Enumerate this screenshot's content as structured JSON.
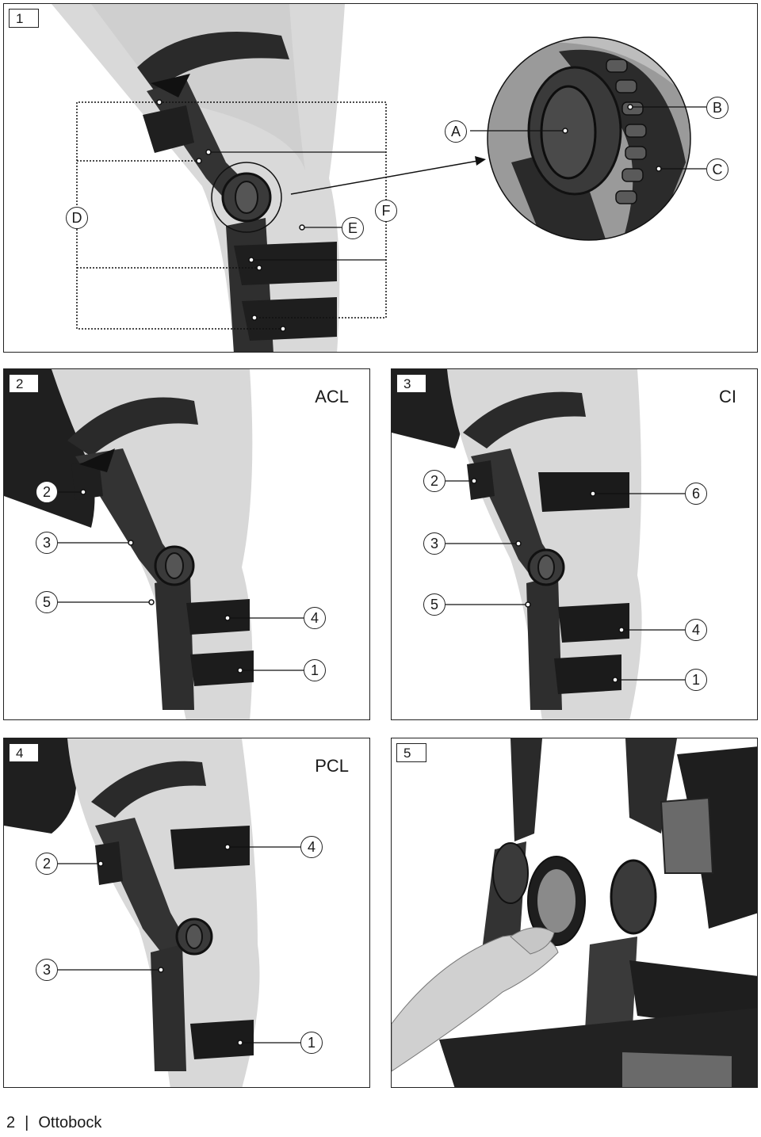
{
  "page": {
    "number": "2",
    "brand": "Ottobock"
  },
  "figures": [
    {
      "id": "fig1",
      "number": "1",
      "labels": [
        "A",
        "B",
        "C",
        "D",
        "E",
        "F"
      ]
    },
    {
      "id": "fig2",
      "number": "2",
      "type": "ACL",
      "labels": [
        "2",
        "3",
        "5",
        "4",
        "1"
      ]
    },
    {
      "id": "fig3",
      "number": "3",
      "type": "CI",
      "labels": [
        "2",
        "6",
        "3",
        "5",
        "4",
        "1"
      ]
    },
    {
      "id": "fig4",
      "number": "4",
      "type": "PCL",
      "labels": [
        "4",
        "2",
        "3",
        "1"
      ]
    },
    {
      "id": "fig5",
      "number": "5"
    }
  ]
}
